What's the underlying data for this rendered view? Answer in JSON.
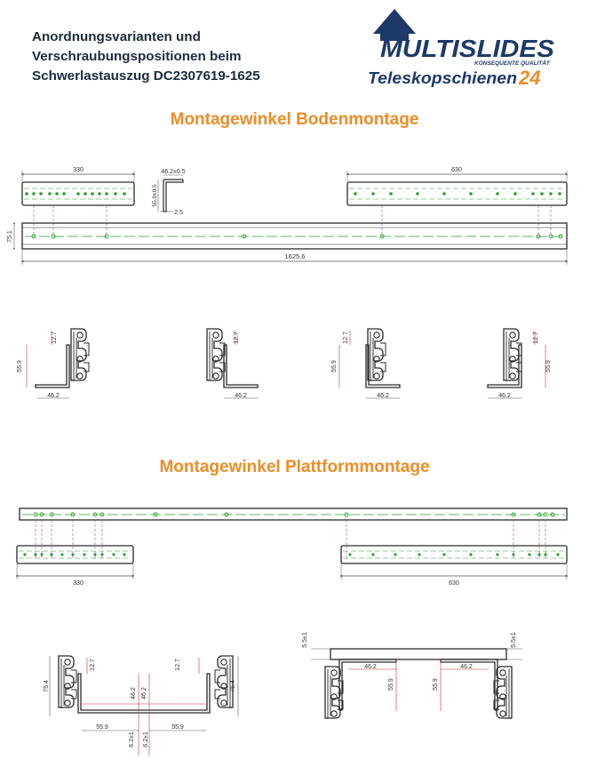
{
  "title": {
    "line1": "Anordnungsvarianten und",
    "line2": "Verschraubungspositionen beim",
    "line3": "Schwerlastauszug DC2307619-1625"
  },
  "logo": {
    "brand": "MULTISLIDES",
    "tagline": "KONSEQUENTE QUALITÄT",
    "shop": "Teleskopschienen",
    "shop_number": "24"
  },
  "sections": {
    "floor": "Montagewinkel Bodenmontage",
    "platform": "Montagewinkel Plattformmontage"
  },
  "dims": {
    "bracket_short": "330",
    "bracket_long": "630",
    "rail_length": "1625.6",
    "rail_height": "75.1",
    "angle_width": "46.2±0.5",
    "angle_height": "55.9±0.5",
    "angle_thickness": "2.5",
    "d127": "12.7",
    "d559": "55.9",
    "d462": "46.2",
    "d754": "75.4",
    "d62": "6.2±1",
    "d55": "5.5±1"
  },
  "colors": {
    "title": "#1a2b3c",
    "accent": "#ee8c26",
    "line": "#2a2a2a",
    "dim_red": "#d03030",
    "hole_green": "#2aa02a",
    "proj_purple": "#b040c0",
    "logo_navy": "#1e3a6a"
  }
}
